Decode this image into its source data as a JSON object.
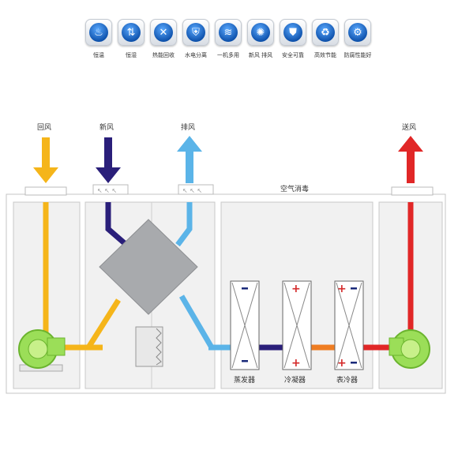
{
  "features": [
    {
      "label": "恒温",
      "icon": "thermometer-icon",
      "glyph": "♨"
    },
    {
      "label": "恒湿",
      "icon": "humidity-icon",
      "glyph": "⇅"
    },
    {
      "label": "热能回收",
      "icon": "heat-recovery-icon",
      "glyph": "✕"
    },
    {
      "label": "水电分离",
      "icon": "water-electric-separation-icon",
      "glyph": "⛨"
    },
    {
      "label": "一机多用",
      "icon": "multi-use-icon",
      "glyph": "≋"
    },
    {
      "label": "新风 排风",
      "icon": "fresh-exhaust-fan-icon",
      "glyph": "✺"
    },
    {
      "label": "安全可靠",
      "icon": "safety-shield-icon",
      "glyph": "⛊"
    },
    {
      "label": "高效节能",
      "icon": "recycle-icon",
      "glyph": "♻"
    },
    {
      "label": "防腐性能好",
      "icon": "anticorrosion-gear-icon",
      "glyph": "⚙"
    }
  ],
  "diagram": {
    "return_air": "回风",
    "fresh_air": "新风",
    "exhaust_air": "排风",
    "supply_air": "送风",
    "disinfection": "空气消毒",
    "evaporator": "蒸发器",
    "condenser": "冷凝器",
    "surface_cooler": "表冷器"
  },
  "colors": {
    "return_air": "#f5b51a",
    "fresh_air": "#2a1f7a",
    "exhaust_air": "#5bb4e8",
    "supply_air": "#e12727",
    "refrigerant_hot": "#ef7d22",
    "fan": "#7fd33a",
    "heat_exchanger": "#a8aaad",
    "panel_fill": "#f1f1f1",
    "panel_stroke": "#bdbdbd",
    "coil_minus": "#1a2a7a",
    "coil_plus": "#d42a2a"
  }
}
